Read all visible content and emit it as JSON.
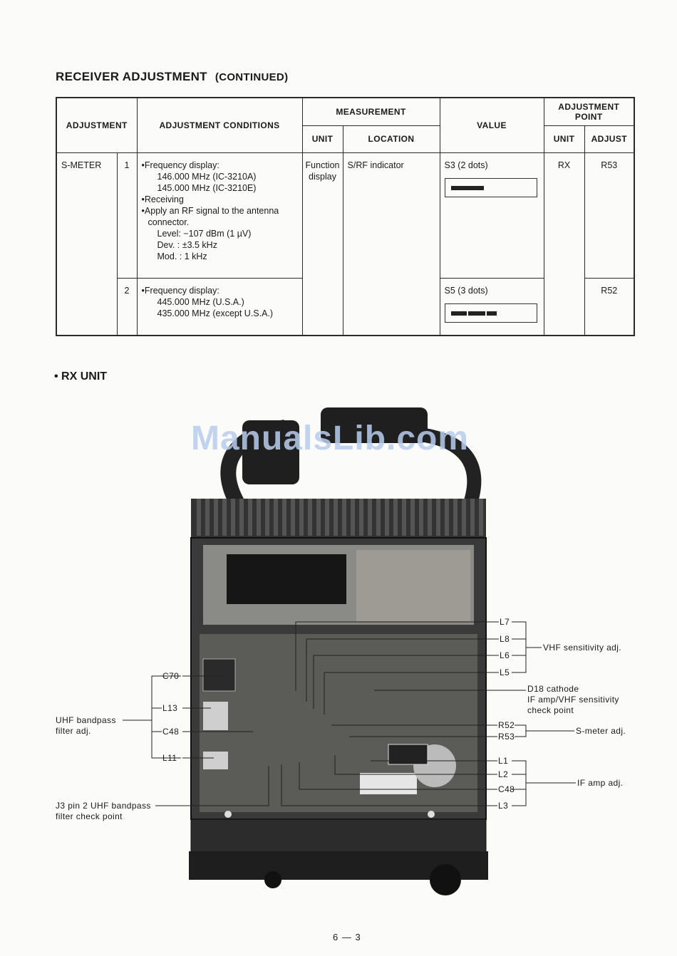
{
  "header": {
    "title": "RECEIVER ADJUSTMENT",
    "title_suffix": "(CONTINUED)"
  },
  "table": {
    "headers": {
      "adjustment": "ADJUSTMENT",
      "conditions": "ADJUSTMENT CONDITIONS",
      "measurement": "MEASUREMENT",
      "unit": "UNIT",
      "location": "LOCATION",
      "value": "VALUE",
      "adjustment_point": "ADJUSTMENT POINT",
      "ap_unit": "UNIT",
      "ap_adjust": "ADJUST"
    },
    "adjustment": "S-METER",
    "measure_unit": "Function display",
    "measure_location": "S/RF indicator",
    "ap_unit": "RX",
    "rows": [
      {
        "step": "1",
        "conditions": [
          "Frequency display:",
          "146.000 MHz (IC-3210A)",
          "145.000 MHz (IC-3210E)",
          "Receiving",
          "Apply an RF signal to the antenna",
          "connector.",
          "Level: −107 dBm (1 µV)",
          "Dev. : ±3.5 kHz",
          "Mod. : 1 kHz"
        ],
        "value": "S3 (2 dots)",
        "meter_dots": 2,
        "adjust": "R53"
      },
      {
        "step": "2",
        "conditions": [
          "Frequency display:",
          "445.000 MHz (U.S.A.)",
          "435.000 MHz (except U.S.A.)"
        ],
        "value": "S5 (3 dots)",
        "meter_dots": 3,
        "adjust": "R52"
      }
    ]
  },
  "section": {
    "heading": "RX UNIT"
  },
  "watermark": "ManualsLib.com",
  "labels": {
    "left": [
      "C70",
      "L13",
      "C48",
      "L11"
    ],
    "uhf_bandpass": [
      "UHF bandpass",
      "filter adj."
    ],
    "j3": [
      "J3 pin 2 UHF bandpass",
      "filter check point"
    ],
    "right_top": [
      "L7",
      "L8",
      "L6",
      "L5"
    ],
    "vhf_sens": "VHF sensitivity adj.",
    "d18": [
      "D18 cathode",
      "IF amp/VHF sensitivity",
      "check point"
    ],
    "smeter_refs": [
      "R52",
      "R53"
    ],
    "smeter_adj": "S-meter adj.",
    "right_bottom": [
      "L1",
      "L2",
      "C48",
      "L3"
    ],
    "if_amp": "IF amp adj."
  },
  "footer": {
    "page": "6 — 3"
  },
  "colors": {
    "watermark": "#b8cdee",
    "ink": "#1a1a1a",
    "paper": "#fbfbf9"
  }
}
